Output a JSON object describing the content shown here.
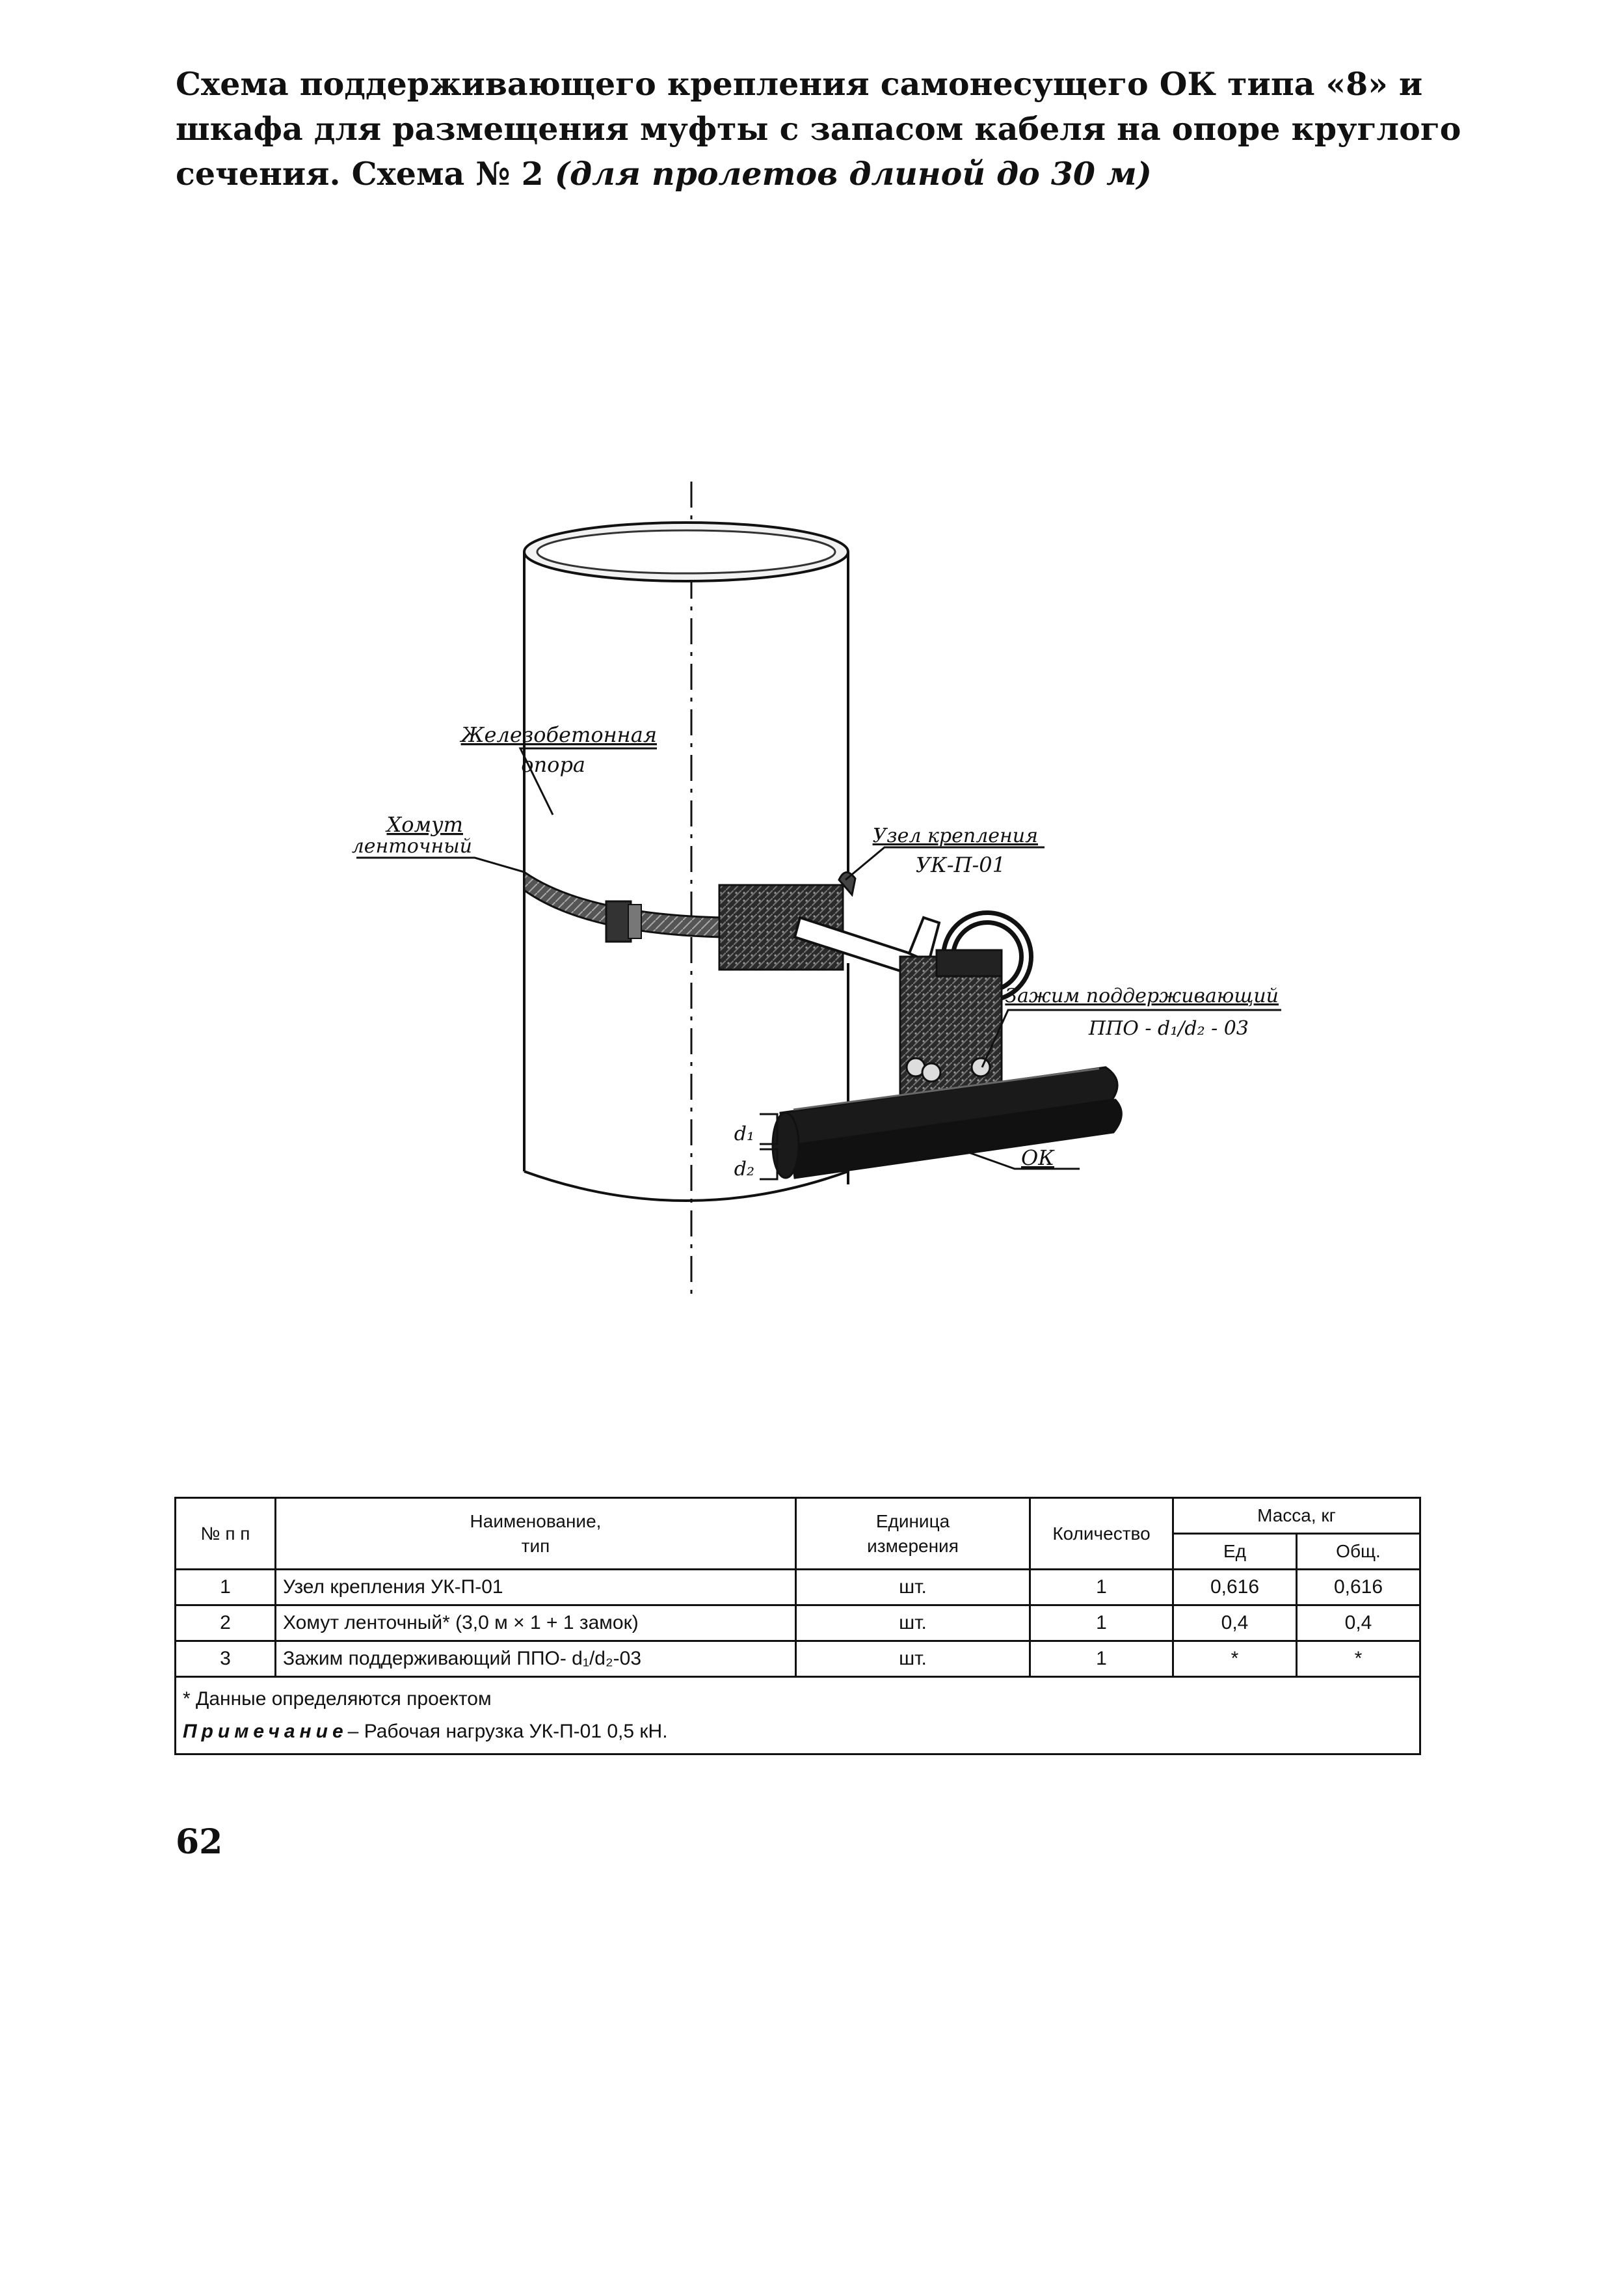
{
  "document": {
    "title_main": "Схема поддерживающего крепления самонесущего ОК типа «8» и шкафа для размещения муфты с запасом кабеля на опоре круглого сечения. Схема № 2",
    "title_italic": "(для пролетов длиной до 30 м)",
    "page_number": "62"
  },
  "figure": {
    "labels": {
      "pole_line1": "Железобетонная",
      "pole_line2": "опора",
      "band_line1": "Хомут",
      "band_line2": "ленточный",
      "node_line1": "Узел крепления",
      "node_line2": "УК-П-01",
      "clamp_line1": "Зажим поддерживающий",
      "clamp_line2": "ППО - d₁/d₂ - 03",
      "d1": "d₁",
      "d2": "d₂",
      "cable": "ОК"
    }
  },
  "table": {
    "headers": {
      "num": "№ п п",
      "name_line1": "Наименование,",
      "name_line2": "тип",
      "unit_line1": "Единица",
      "unit_line2": "измерения",
      "qty": "Количество",
      "mass": "Масса, кг",
      "mass_unit": "Ед",
      "mass_total": "Общ."
    },
    "rows": [
      {
        "num": "1",
        "name": "Узел крепления УК-П-01",
        "unit": "шт.",
        "qty": "1",
        "mass_unit": "0,616",
        "mass_total": "0,616"
      },
      {
        "num": "2",
        "name": "Хомут ленточный* (3,0 м × 1 + 1 замок)",
        "unit": "шт.",
        "qty": "1",
        "mass_unit": "0,4",
        "mass_total": "0,4"
      },
      {
        "num": "3",
        "name": "Зажим поддерживающий ППО- d₁/d₂-03",
        "unit": "шт.",
        "qty": "1",
        "mass_unit": "*",
        "mass_total": "*"
      }
    ],
    "footnote": "* Данные определяются проектом",
    "note_label": "Примечание",
    "note_text": "– Рабочая нагрузка УК-П-01 0,5 кН."
  }
}
